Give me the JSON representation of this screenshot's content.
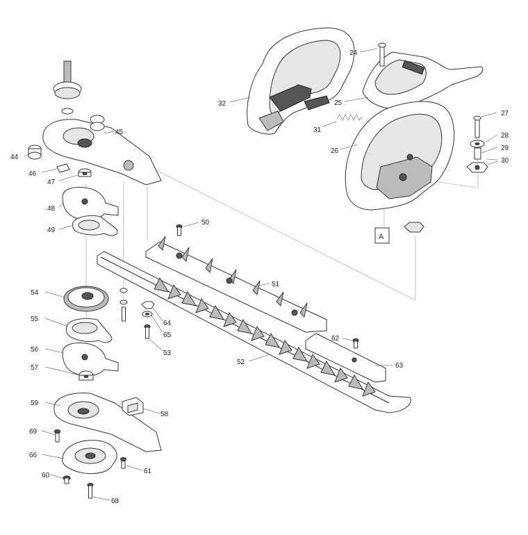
{
  "diagram": {
    "callouts": [
      {
        "id": "24",
        "text": "24"
      },
      {
        "id": "32",
        "text": "32"
      },
      {
        "id": "25",
        "text": "25"
      },
      {
        "id": "27",
        "text": "27"
      },
      {
        "id": "31",
        "text": "31"
      },
      {
        "id": "28",
        "text": "28"
      },
      {
        "id": "29",
        "text": "29"
      },
      {
        "id": "26",
        "text": "26"
      },
      {
        "id": "30",
        "text": "30"
      },
      {
        "id": "45",
        "text": "45"
      },
      {
        "id": "44",
        "text": "44"
      },
      {
        "id": "46",
        "text": "46"
      },
      {
        "id": "47",
        "text": "47"
      },
      {
        "id": "48",
        "text": "48"
      },
      {
        "id": "49",
        "text": "49"
      },
      {
        "id": "50",
        "text": "50"
      },
      {
        "id": "51",
        "text": "51"
      },
      {
        "id": "54",
        "text": "54"
      },
      {
        "id": "64",
        "text": "64"
      },
      {
        "id": "65",
        "text": "65"
      },
      {
        "id": "55",
        "text": "55"
      },
      {
        "id": "53",
        "text": "53"
      },
      {
        "id": "62",
        "text": "62"
      },
      {
        "id": "56",
        "text": "56"
      },
      {
        "id": "52",
        "text": "52"
      },
      {
        "id": "63",
        "text": "63"
      },
      {
        "id": "57",
        "text": "57"
      },
      {
        "id": "59",
        "text": "59"
      },
      {
        "id": "58",
        "text": "58"
      },
      {
        "id": "69",
        "text": "69"
      },
      {
        "id": "66",
        "text": "66"
      },
      {
        "id": "61",
        "text": "61"
      },
      {
        "id": "60",
        "text": "60"
      },
      {
        "id": "68",
        "text": "68"
      }
    ],
    "reference_marker": "A"
  }
}
